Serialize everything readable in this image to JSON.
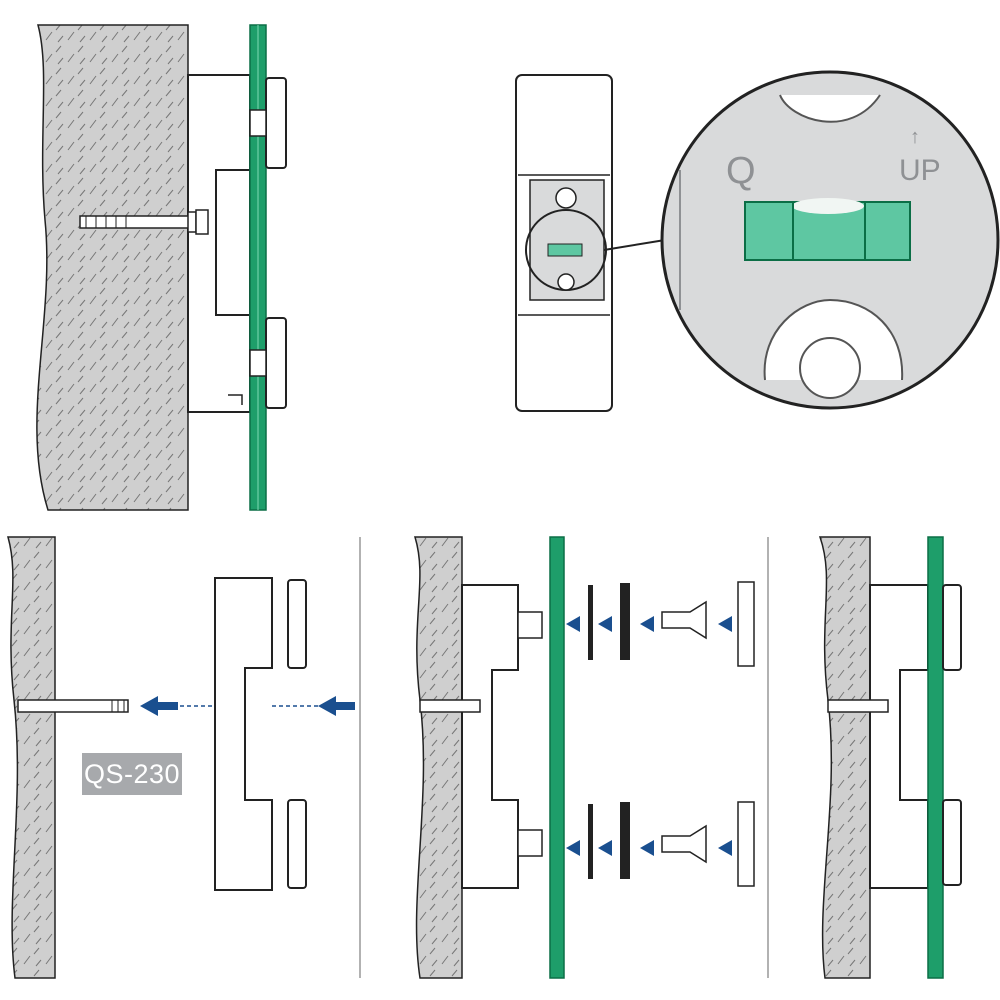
{
  "model_label": "QS-230",
  "level_markings": {
    "quick_symbol": "Q",
    "up_arrow": "↑",
    "up_text": "UP"
  },
  "colors": {
    "glass": "#1e9e6a",
    "glass_edge": "#0b6e46",
    "arrow": "#1a4f8f",
    "badge": "#a7a9ac",
    "wall_hatch": "#9b9b9b",
    "bracket_fill": "#ffffff",
    "bracket_stroke": "#222222",
    "level_body": "#d9dadb",
    "level_vial": "#5ec7a2"
  },
  "icons": [
    "arrow-left-icon",
    "bubble-level-icon",
    "anchor-bolt-icon",
    "countersunk-screw-icon"
  ]
}
